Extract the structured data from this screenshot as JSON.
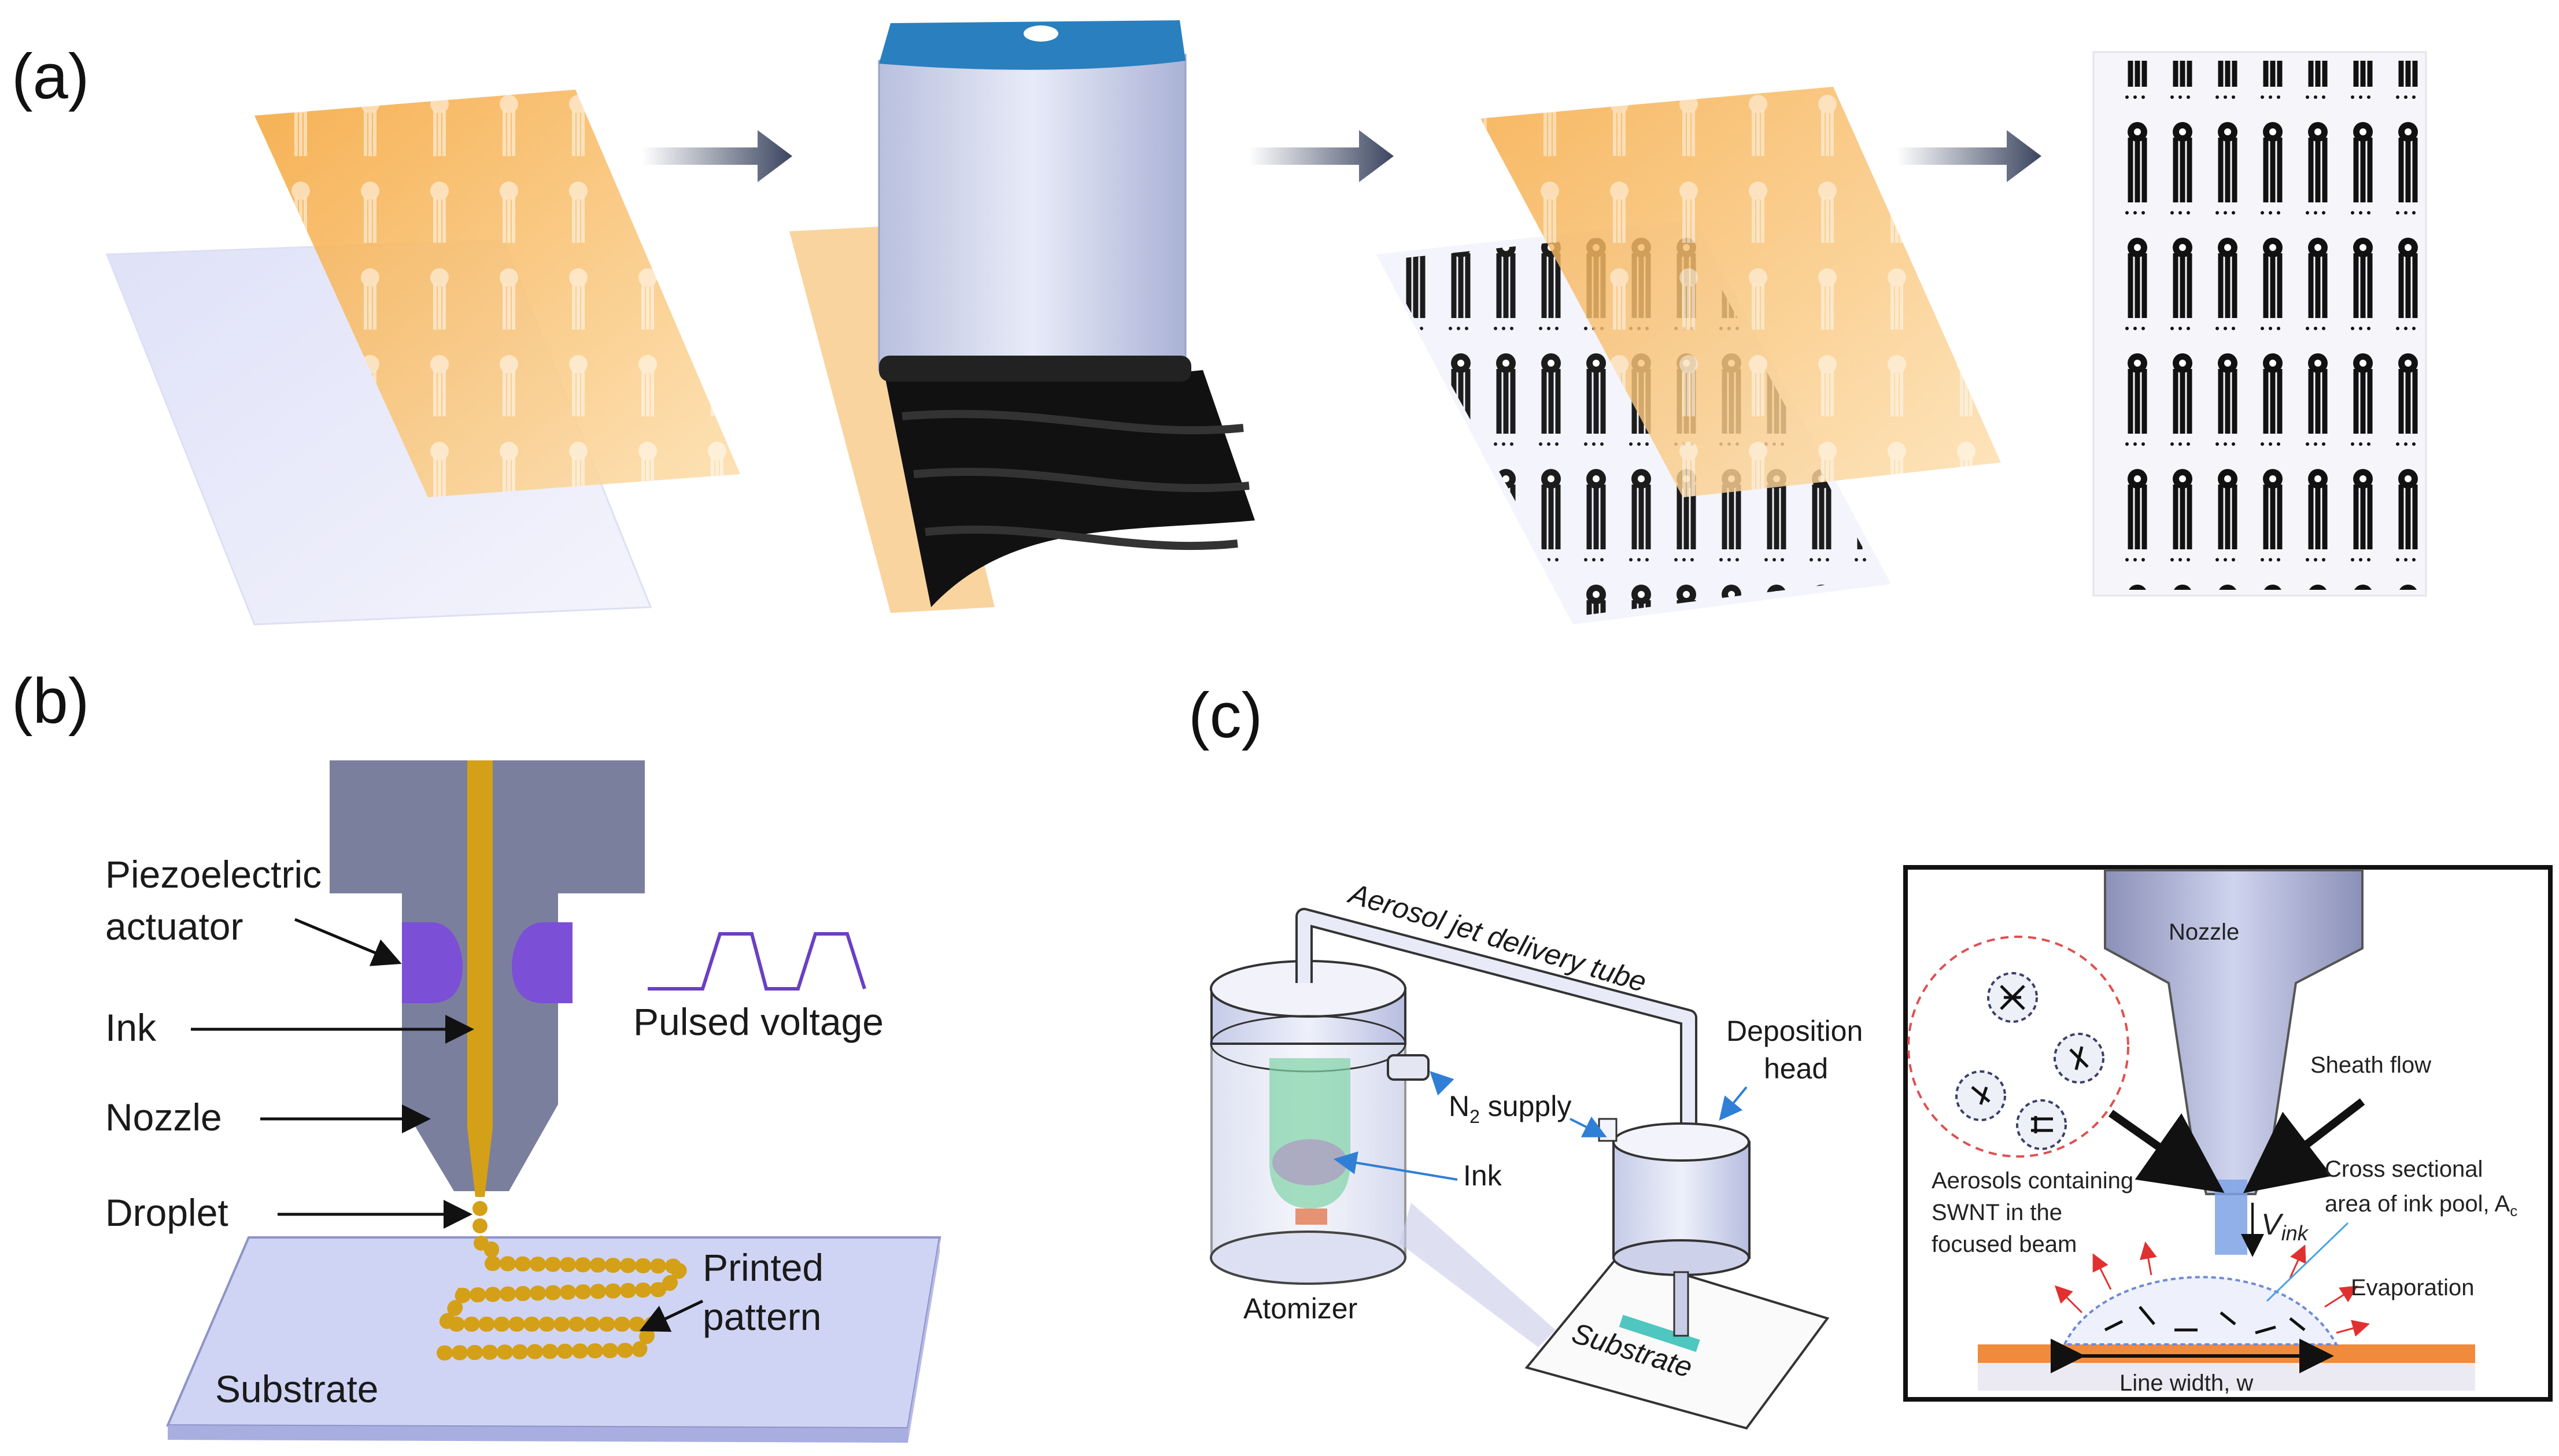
{
  "panels": {
    "a": {
      "letter": "(a)"
    },
    "b": {
      "letter": "(b)",
      "labels": {
        "piezo_line1": "Piezoelectric",
        "piezo_line2": "actuator",
        "ink": "Ink",
        "nozzle": "Nozzle",
        "droplet": "Droplet",
        "pulsed_voltage": "Pulsed voltage",
        "printed_line1": "Printed",
        "printed_line2": "pattern",
        "substrate": "Substrate"
      }
    },
    "c": {
      "letter": "(c)",
      "labels": {
        "delivery_tube": "Aerosol jet delivery tube",
        "deposition_line1": "Deposition",
        "deposition_line2": "head",
        "n2_prefix": "N",
        "n2_sub": "2",
        "n2_suffix": " supply",
        "ink": "Ink",
        "atomizer": "Atomizer",
        "substrate": "Substrate"
      },
      "inset": {
        "nozzle": "Nozzle",
        "sheath_flow": "Sheath flow",
        "aerosols_line1": "Aerosols containing",
        "aerosols_line2": "SWNT in the",
        "aerosols_line3": "focused beam",
        "cross_line1": "Cross sectional",
        "cross_line2": "area of ink pool, A",
        "cross_sub": "c",
        "vink": "V",
        "vink_sub": "ink",
        "evaporation": "Evaporation",
        "line_width": "Line width, w"
      }
    }
  },
  "colors": {
    "stencil": "#f5b860",
    "film": "#c9cdf0",
    "ink": "#111111",
    "nozzle_gray": "#7b7f9e",
    "ink_gold": "#d4a017",
    "piezo": "#7b4fd6",
    "pulse": "#6a3fc4",
    "substrate_blue": "#c8ccf0",
    "orange_bar": "#f08a3c",
    "arrow_dark": "#3b4560"
  }
}
